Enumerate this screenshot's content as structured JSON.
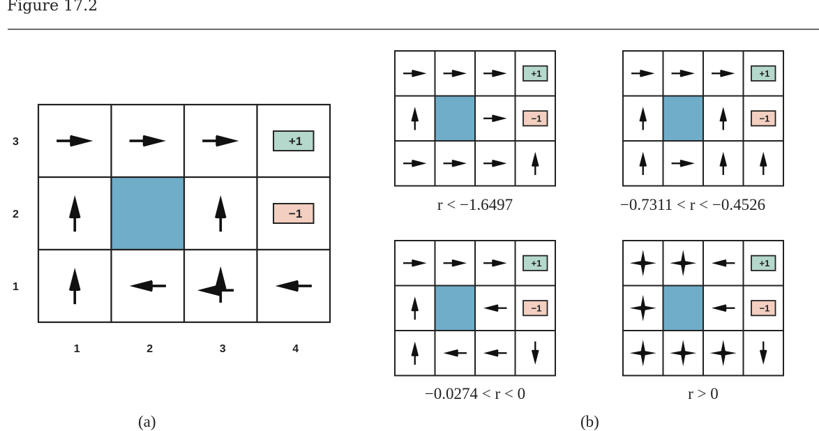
{
  "figure": {
    "title": "Figure 17.2"
  },
  "colors": {
    "obstacle": "#6fadc9",
    "positive_terminal": "#b5d8cc",
    "negative_terminal": "#f2cfc0",
    "arrow": "#111111",
    "grid_line": "#222222"
  },
  "panel_a": {
    "label": "(a)",
    "row_labels": [
      "3",
      "2",
      "1"
    ],
    "col_labels": [
      "1",
      "2",
      "3",
      "4"
    ],
    "grid": [
      [
        "right",
        "right",
        "right",
        "+1"
      ],
      [
        "up",
        "wall",
        "up",
        "-1"
      ],
      [
        "up",
        "left",
        "left+up",
        "left"
      ]
    ]
  },
  "panel_b": {
    "label": "(b)",
    "grids": [
      {
        "caption": "r < −1.6497",
        "grid": [
          [
            "right",
            "right",
            "right",
            "+1"
          ],
          [
            "up",
            "wall",
            "right",
            "-1"
          ],
          [
            "right",
            "right",
            "right",
            "up"
          ]
        ]
      },
      {
        "caption": "−0.7311 < r < −0.4526",
        "grid": [
          [
            "right",
            "right",
            "right",
            "+1"
          ],
          [
            "up",
            "wall",
            "up",
            "-1"
          ],
          [
            "up",
            "right",
            "up",
            "up"
          ]
        ]
      },
      {
        "caption": "−0.0274 < r < 0",
        "grid": [
          [
            "right",
            "right",
            "right",
            "+1"
          ],
          [
            "up",
            "wall",
            "left",
            "-1"
          ],
          [
            "up",
            "left",
            "left",
            "down"
          ]
        ]
      },
      {
        "caption": "r > 0",
        "grid": [
          [
            "any",
            "any",
            "left",
            "+1"
          ],
          [
            "any",
            "wall",
            "left",
            "-1"
          ],
          [
            "any",
            "any",
            "any",
            "down"
          ]
        ]
      }
    ]
  },
  "terminal_labels": {
    "+1": "+1",
    "-1": "−1"
  }
}
